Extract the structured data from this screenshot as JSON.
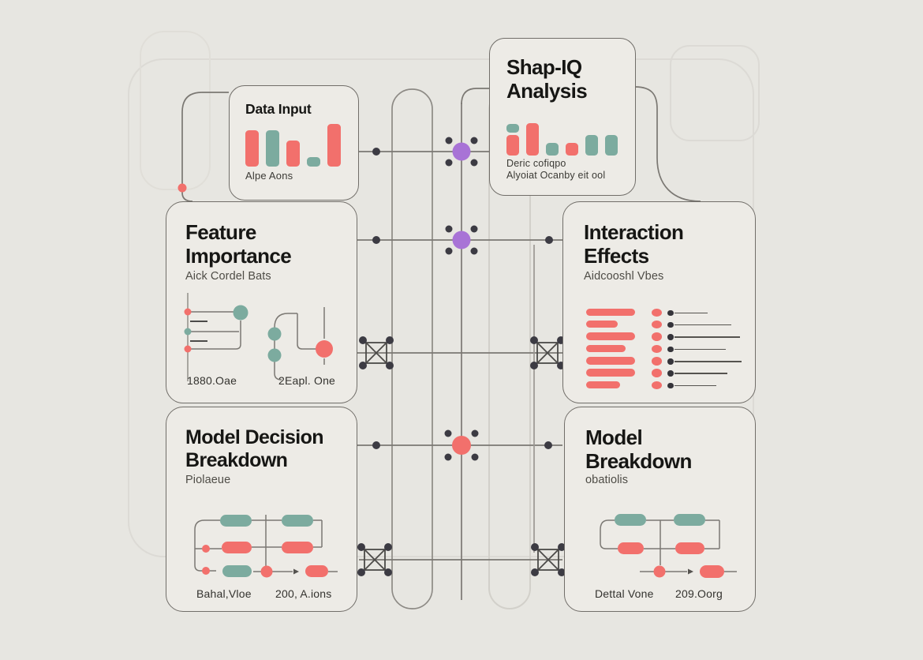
{
  "colors": {
    "red": "#f2706c",
    "teal": "#7cab9f",
    "purple": "#a873d6",
    "ink": "#1d1d1b",
    "dot": "#3c3b43",
    "line": "#7b7873",
    "card_border": "#716e69",
    "card_bg": "#edebe6",
    "canvas_bg": "#e7e6e1",
    "faint": "#d2d0ca"
  },
  "cards": {
    "data_input": {
      "title": "Data Input",
      "caption": "Alpe Aons",
      "bars": [
        {
          "c": "red",
          "h": 46
        },
        {
          "c": "teal",
          "h": 46
        },
        {
          "c": "red",
          "h": 33
        },
        {
          "c": "teal",
          "h": 12
        },
        {
          "c": "red",
          "h": 54
        }
      ]
    },
    "shap_iq": {
      "title": "Shap-IQ Analysis",
      "caption_line1": "Deric cofiqpo",
      "caption_line2": "Alyoiat Ocanby eit ool",
      "bars": [
        [
          {
            "c": "teal",
            "h": 11
          },
          {
            "c": "red",
            "h": 26
          }
        ],
        [
          {
            "c": "red",
            "h": 41
          }
        ],
        [
          {
            "c": "teal",
            "h": 16
          }
        ],
        [
          {
            "c": "red",
            "h": 16
          }
        ],
        [
          {
            "c": "teal",
            "h": 26
          }
        ],
        [
          {
            "c": "teal",
            "h": 26
          }
        ]
      ]
    },
    "feature_importance": {
      "title": "Feature Importance",
      "subtitle": "Aick Cordel Bats",
      "label_left": "1880.Oae",
      "label_right": "2Eapl. One"
    },
    "interaction_effects": {
      "title": "Interaction Effects",
      "subtitle": "Aidcooshl Vbes",
      "rows": [
        {
          "bar": 62,
          "line": 42
        },
        {
          "bar": 40,
          "line": 72
        },
        {
          "bar": 62,
          "line": 83
        },
        {
          "bar": 50,
          "line": 65
        },
        {
          "bar": 62,
          "line": 85
        },
        {
          "bar": 62,
          "line": 67
        },
        {
          "bar": 43,
          "line": 53
        }
      ]
    },
    "model_decision": {
      "title": "Model Decision Breakdown",
      "subtitle": "Piolaeue",
      "label_left": "Bahal,Vloe",
      "label_right": "200, A.ions"
    },
    "model_breakdown": {
      "title": "Model Breakdown",
      "subtitle": "obatiolis",
      "label_left": "Dettal Vone",
      "label_right": "209.Oorg"
    }
  }
}
